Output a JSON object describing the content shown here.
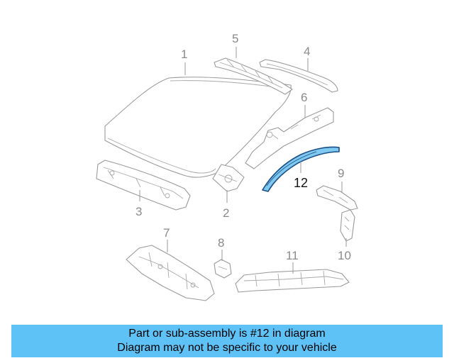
{
  "callouts": {
    "p1": "1",
    "p2": "2",
    "p3": "3",
    "p4": "4",
    "p5": "5",
    "p6": "6",
    "p7": "7",
    "p8": "8",
    "p9": "9",
    "p10": "10",
    "p11": "11",
    "p12": "12"
  },
  "highlight": {
    "part": "12",
    "color": "#7fc8f0"
  },
  "banner": {
    "line1": "Part or sub-assembly is #12 in diagram",
    "line2": "Diagram may not be specific to your vehicle",
    "color": "#5ec2f7"
  }
}
